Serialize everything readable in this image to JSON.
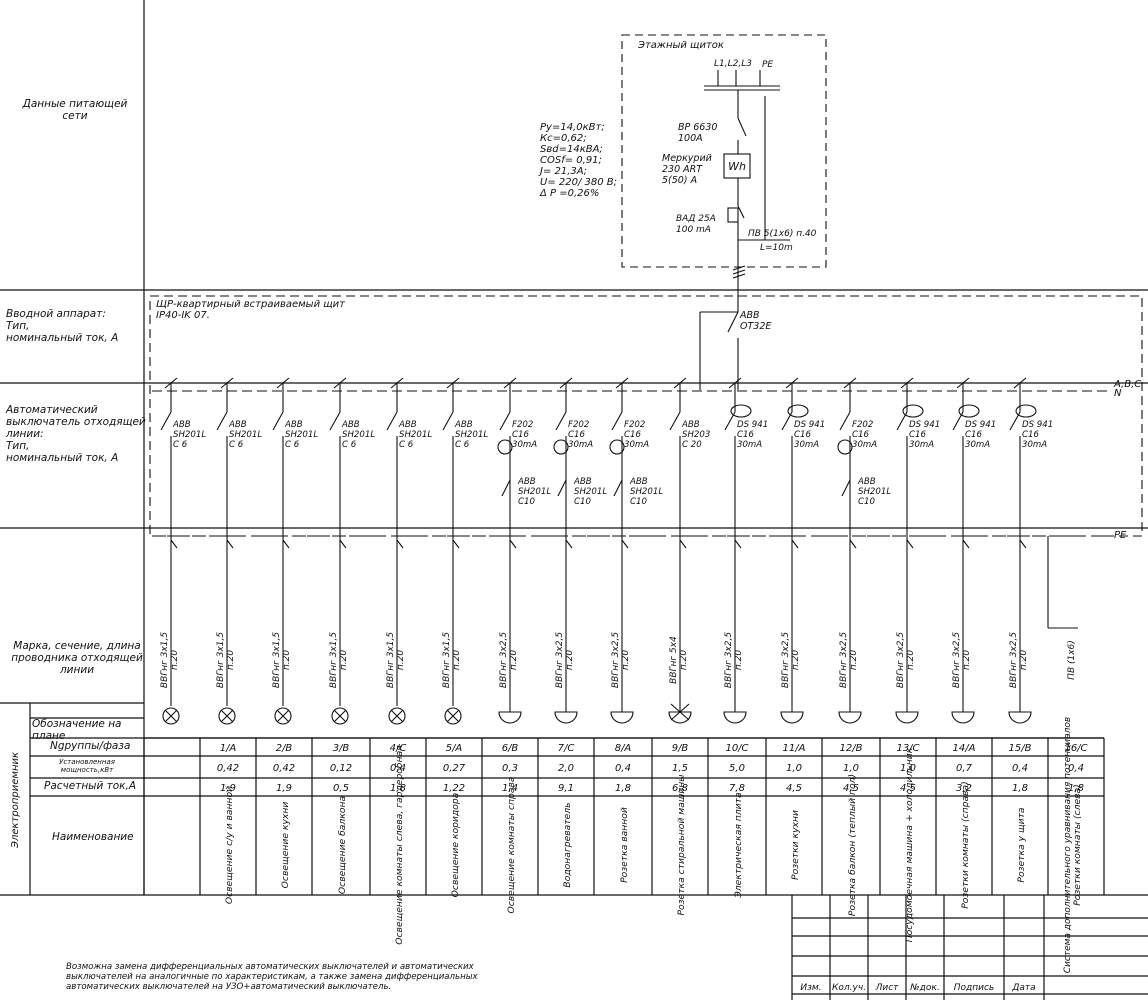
{
  "left_labels": {
    "supply": "Данные питающей\nсети",
    "input_device": "Вводной аппарат:\nТип,\nноминальный ток, А",
    "breakers": "Автоматический\nвыключатель отходящей\nлинии:\nТип,\nноминальный ток, А",
    "cable": "Марка, сечение, длина\nпроводника отходящей\nлинии",
    "plan": "Обозначение на плане",
    "group": "Ngруппы/фаза",
    "power": "Установленная\nмощность,кВт",
    "current": "Расчетный ток,А",
    "name": "Наименование",
    "side": "Электроприемник"
  },
  "floor_panel": {
    "title": "Этажный щиток",
    "bus": "L1,L2,L3",
    "pe": "PE",
    "switch": "ВР 6630\n100А",
    "meter": "Меркурий\n230 ART\n5(50) А",
    "meter_symbol": "Wh",
    "rcd": "ВАД 25А\n100 mA",
    "cable": "ПВ 5(1х6) п.40",
    "length": "L=10m"
  },
  "params": [
    "Ру=14,0кВт;",
    "Кс=0,62;",
    "Sвd=14кВА;",
    "COSf= 0,91;",
    "J= 21,3А;",
    "U= 220/ 380 В;",
    "Δ Р =0,26%"
  ],
  "apartment_panel": {
    "title": "ЩР-квартирный встраиваемый щит\nIP40-IK 07.",
    "main_switch": "ABB\nOT32E"
  },
  "bus_labels": {
    "phase": "A,B,C",
    "neutral": "N",
    "pe": "PE"
  },
  "circuits": [
    {
      "breaker": "ABB\nSH201L\nC 6",
      "cable": "ВВГнг 3х1,5\nп.20",
      "group": "1/А",
      "power": "0,42",
      "current": "1,9",
      "name": "Освещение с/у и ванной",
      "symbol": "lamp"
    },
    {
      "breaker": "ABB\nSH201L\nC 6",
      "cable": "ВВГнг 3х1,5\nп.20",
      "group": "2/В",
      "power": "0,42",
      "current": "1,9",
      "name": "Освещение кухни",
      "symbol": "lamp"
    },
    {
      "breaker": "ABB\nSH201L\nC 6",
      "cable": "ВВГнг 3х1,5\nп.20",
      "group": "3/В",
      "power": "0,12",
      "current": "0,5",
      "name": "Освещение балкона",
      "symbol": "lamp"
    },
    {
      "breaker": "ABB\nSH201L\nC 6",
      "cable": "ВВГнг 3х1,5\nп.20",
      "group": "4/С",
      "power": "0,4",
      "current": "1,8",
      "name": "Освещение комнаты слева, гардеробная",
      "symbol": "lamp"
    },
    {
      "breaker": "ABB\nSH201L\nC 6",
      "cable": "ВВГнг 3х1,5\nп.20",
      "group": "5/А",
      "power": "0,27",
      "current": "1,22",
      "name": "Освещение коридора",
      "symbol": "lamp"
    },
    {
      "breaker": "ABB\nSH201L\nC 6",
      "cable": "ВВГнг 3х1,5\nп.20",
      "group": "6/В",
      "power": "0,3",
      "current": "1,4",
      "name": "Освещение комнаты справа",
      "symbol": "lamp"
    },
    {
      "breaker": "F202\nC16\n30mA",
      "breaker2": "ABB\nSH201L\nC10",
      "cable": "ВВГнг 3х2,5\nп.20",
      "group": "7/С",
      "power": "2,0",
      "current": "9,1",
      "name": "Водонагреватель",
      "symbol": "socket"
    },
    {
      "breaker": "F202\nC16\n30mA",
      "breaker2": "ABB\nSH201L\nC10",
      "cable": "ВВГнг 3х2,5\nп.20",
      "group": "8/А",
      "power": "0,4",
      "current": "1,8",
      "name": "Розетка ванной",
      "symbol": "socket"
    },
    {
      "breaker": "F202\nC16\n30mA",
      "breaker2": "ABB\nSH201L\nC10",
      "cable": "ВВГнг 3х2,5\nп.20",
      "group": "9/В",
      "power": "1,5",
      "current": "6,8",
      "name": "Розетка стиральной машины",
      "symbol": "socket"
    },
    {
      "breaker": "ABB\nSH203\nC 20",
      "cable": "ВВГнг 5х4\nп.20",
      "group": "10/С",
      "power": "5,0",
      "current": "7,8",
      "name": "Электрическая плита",
      "symbol": "stove"
    },
    {
      "breaker": "DS 941\nC16\n30mA",
      "cable": "ВВГнг 3х2,5\nп.20",
      "group": "11/А",
      "power": "1,0",
      "current": "4,5",
      "name": "Розетки кухни",
      "symbol": "socket"
    },
    {
      "breaker": "DS 941\nC16\n30mA",
      "cable": "ВВГнг 3х2,5\nп.20",
      "group": "12/В",
      "power": "1,0",
      "current": "4,5",
      "name": "Розетка балкон (теплый пол)",
      "symbol": "socket"
    },
    {
      "breaker": "F202\nC16\n30mA",
      "breaker2": "ABB\nSH201L\nC10",
      "cable": "ВВГнг 3х2,5\nп.20",
      "group": "13/С",
      "power": "1,0",
      "current": "4,5",
      "name": "Посудомоечная машина + холодильник",
      "symbol": "socket"
    },
    {
      "breaker": "DS 941\nC16\n30mA",
      "cable": "ВВГнг 3х2,5\nп.20",
      "group": "14/А",
      "power": "0,7",
      "current": "3,2",
      "name": "Розетки комнаты (справа)",
      "symbol": "socket"
    },
    {
      "breaker": "DS 941\nC16\n30mA",
      "cable": "ВВГнг 3х2,5\nп.20",
      "group": "15/В",
      "power": "0,4",
      "current": "1,8",
      "name": "Розетка у щита",
      "symbol": "socket"
    },
    {
      "breaker": "DS 941\nC16\n30mA",
      "cable": "ВВГнг 3х2,5\nп.20",
      "group": "16/С",
      "power": "0,4",
      "current": "1,8",
      "name": "Розетки комнаты (слева)",
      "symbol": "socket"
    }
  ],
  "equipotential": {
    "cable": "ПВ (1х6)",
    "name": "Система дополнительного уравнивания потенциалов"
  },
  "note": "Возможна замена дифференциальных автоматических выключателей и автоматических выключателей на аналогичные по характеристикам, а также замена дифференциальных автоматических выключателей на УЗО+автоматический выключатель.",
  "stamp": [
    "Изм.",
    "Кол.уч.",
    "Лист",
    "№док.",
    "Подпись",
    "Дата"
  ]
}
